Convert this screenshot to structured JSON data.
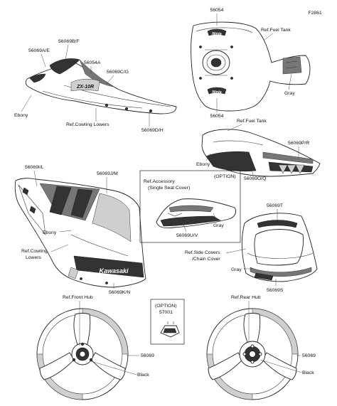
{
  "figure_code": "F2861",
  "parts": {
    "tank_cover_part": "56054",
    "tank_cover_part_lower": "56054",
    "upper_cowl_left_part": "56069A/E",
    "upper_cowl_part_b": "56069B/F",
    "upper_cowl_part_54a": "56054A",
    "upper_cowl_part_c": "56069C/G",
    "upper_cowl_part_d": "56069D/H",
    "seat_cover_part_p": "56069P/R",
    "seat_cover_part_q": "56069O/Q",
    "middle_cowl_part_i": "56069I/L",
    "middle_cowl_part_j": "56069J/M",
    "middle_cowl_part_k": "56069K/N",
    "accessory_part_u": "56069U/V",
    "tail_part_t": "56069T",
    "tail_part_s": "56069S",
    "option_part": "57001",
    "front_wheel_part": "56069",
    "rear_wheel_part": "56069"
  },
  "labels": {
    "ref_fuel_tank_top": "Ref.Fuel Tank",
    "ref_fuel_tank_mid": "Ref.Fuel Tank",
    "gray_tank": "Gray",
    "ebony_upper": "Ebony",
    "ref_cowling_lowers_upper": "Ref.Cowling Lowers",
    "ebony_seat": "Ebony",
    "ref_accessory_line1": "Ref.Accessory",
    "ref_accessory_line2": "(Single Seat Cover)",
    "option_top": "(OPTION)",
    "gray_accessory": "Gray",
    "ebony_middle": "Ebony",
    "ref_cowling_lowers_mid_line1": "Ref.Cowling",
    "ref_cowling_lowers_mid_line2": "Lowers",
    "ref_side_covers_line1": "Ref.Side Covers",
    "ref_side_covers_line2": "/Chain Cover",
    "gray_tail": "Gray",
    "ref_front_hub": "Ref.Front Hub",
    "option_bottom": "(OPTION)",
    "ref_rear_hub": "Ref.Rear Hub",
    "black_front": "Black",
    "black_rear": "Black"
  },
  "decal_text": {
    "tank_logo_1": "Ninja",
    "tank_logo_2": "Ninja",
    "cowl_logo": "ZX-10R",
    "side_logo": "Kawasaki"
  },
  "colors": {
    "line": "#222222",
    "dark_fill": "#333333",
    "mid_fill": "#777777",
    "light_fill": "#cfcfcf",
    "background": "#ffffff"
  }
}
